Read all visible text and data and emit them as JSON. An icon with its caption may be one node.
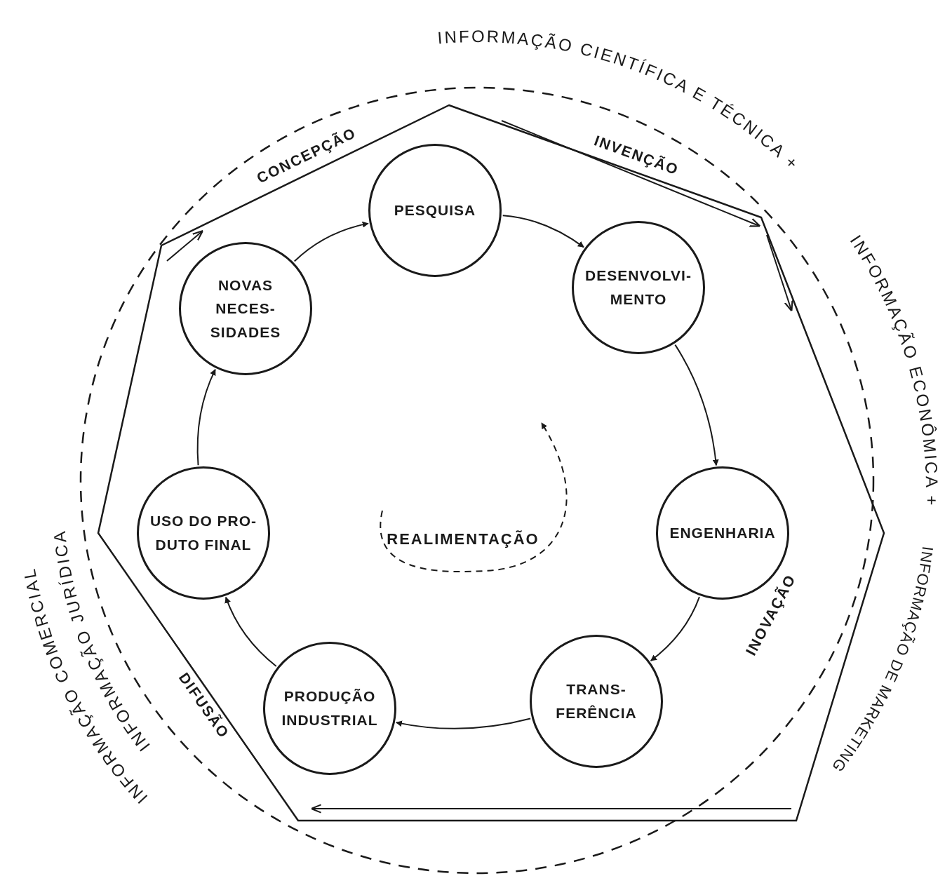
{
  "diagram": {
    "nodes": [
      {
        "text": [
          "PESQUISA"
        ]
      },
      {
        "text": [
          "DESENVOLVI- MENTO"
        ]
      },
      {
        "text": [
          "ENGENHARIA"
        ]
      },
      {
        "text": [
          "TRANS- FERÊNCIA"
        ]
      },
      {
        "text": [
          "PRODUÇÃO INDUSTRIAL"
        ]
      },
      {
        "text": [
          "USO DO PRO- DUTO FINAL"
        ]
      },
      {
        "text": [
          "NOVAS NECES- SIDADES"
        ]
      }
    ],
    "edges": [
      {
        "from": 0,
        "to": 1,
        "arrow": "to"
      },
      {
        "from": 1,
        "to": 2,
        "arrow": "to"
      },
      {
        "from": 2,
        "to": 3,
        "arrow": "to"
      },
      {
        "from": 3,
        "to": 4,
        "arrow": "to"
      },
      {
        "from": 4,
        "to": 5,
        "arrow": "to"
      },
      {
        "from": 5,
        "to": 6,
        "arrow": "to"
      },
      {
        "from": 6,
        "to": 0,
        "arrow": "to"
      }
    ],
    "labels": [
      "INFORMAÇÃO CIENTÍFICA E TÉCNICA +",
      "INFORMAÇÃO ECONÔMICA +",
      "INFORMAÇÃO DE MARKETING",
      "CONCEPÇÃO",
      "INVENÇÃO",
      "REALIMENTAÇÃO",
      "INOVAÇÃO",
      "INFORMAÇÃO COMERCIAL",
      "INFORMAÇÃO JURÍDICA",
      "DIFUSÃO"
    ]
  }
}
